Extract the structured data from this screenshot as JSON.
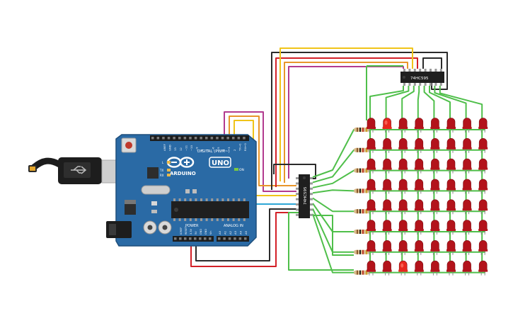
{
  "board": {
    "logo_text": "ARDUINO",
    "model_text": "UNO",
    "on_label": "ON",
    "tx_label": "TX",
    "rx_label": "RX",
    "l_label": "L",
    "digital_label": "DIGITAL (PWM~)",
    "power_label": "POWER",
    "analog_label": "ANALOG IN",
    "aref_label": "AREF",
    "gnd_label": "GND",
    "top_pins": [
      "13",
      "12",
      "~11",
      "~10",
      "~9",
      "8",
      "7",
      "~6",
      "~5",
      "4",
      "~3",
      "2",
      "TX→1",
      "RX←0"
    ],
    "power_pins": [
      "IOREF",
      "RESET",
      "3.3V",
      "5V",
      "GND",
      "GND",
      "Vin"
    ],
    "analog_pins": [
      "A0",
      "A1",
      "A2",
      "A3",
      "A4",
      "A5"
    ]
  },
  "chips": {
    "top_label": "74HC595",
    "mid_label": "74HC595"
  },
  "matrix": {
    "rows": 8,
    "cols": 8,
    "led_color": "#b3131b",
    "lit_color": "#e8281e",
    "lit_leds": [
      [
        0,
        1
      ],
      [
        7,
        2
      ]
    ]
  },
  "colors": {
    "board": "#2a6aa5",
    "wire_black": "#2b2b2b",
    "wire_red": "#d32027",
    "wire_yellow": "#f0c419",
    "wire_orange": "#e8962b",
    "wire_magenta": "#b23a8f",
    "wire_cyan": "#2ea7d6",
    "wire_green": "#4fbf4a"
  }
}
